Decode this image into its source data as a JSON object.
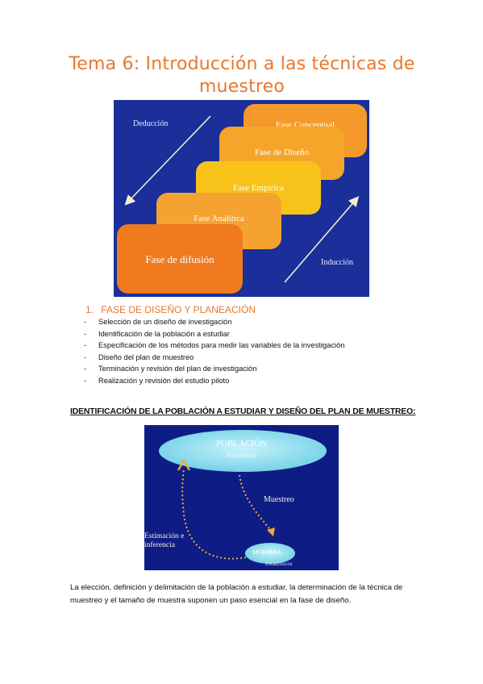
{
  "title": {
    "line1": "Tema 6: Introducción a las técnicas de",
    "line2": "muestreo"
  },
  "figure1": {
    "deduccion": "Deducción",
    "induccion": "Inducción",
    "phases": [
      "Fase Conceptual",
      "Fase de Diseño",
      "Fase Empírica",
      "Fase Analítica",
      "Fase de difusión"
    ],
    "colors": {
      "background": "#1a2f9a",
      "conceptual": "#f59a2a",
      "diseno": "#f6a52b",
      "empirica": "#f7c31a",
      "analitica": "#f5a330",
      "difusion": "#f07a1e"
    }
  },
  "section": {
    "number": "1.",
    "title": "FASE DE DISEÑO Y PLANEACIÓN",
    "items": [
      "Selección de un diseño de investigación",
      "Identificación de la población a estudiar",
      "Especificación de los métodos para medir las variables de la investigación",
      "Diseño del plan de muestreo",
      "Terminación y revisión del plan de investigación",
      "Realización y revisión del estudio piloto"
    ]
  },
  "heading2": "IDENTIFICACIÓN DE LA POBLACIÓN A ESTUDIAR Y DISEÑO DEL PLAN DE MUESTREO:",
  "figure2": {
    "poblacion": "POBLACIÓN",
    "parametros": "Parámetros",
    "muestreo": "Muestreo",
    "estimacion_line1": "Estimación e",
    "estimacion_line2": "inferencia",
    "muestra": "MUESTRA",
    "estadisticos": "Estadísticos",
    "colors": {
      "background": "#0e1d86",
      "ellipse": "#8fe0ef",
      "arrow": "#f2a93b"
    }
  },
  "paragraph": "La elección, definición y delimitación de la población a estudiar, la determinación de la técnica de muestreo y el tamaño de muestra suponen un paso esencial en la fase de diseño."
}
